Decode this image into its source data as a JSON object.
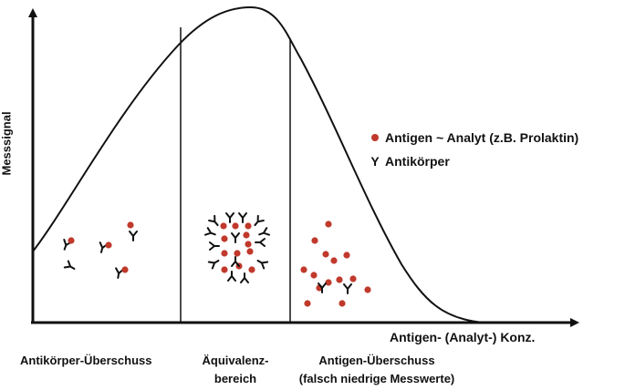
{
  "axes": {
    "y_label": "Messsignal",
    "x_label": "Antigen- (Analyt-) Konz."
  },
  "legend": {
    "antigen": "Antigen ~ Analyt (z.B. Prolaktin)",
    "antibody": "Antikörper",
    "antibody_symbol": "Y"
  },
  "regions": [
    {
      "lines": [
        "Antikörper-Überschuss"
      ]
    },
    {
      "lines": [
        "Äquivalenz-",
        "bereich"
      ]
    },
    {
      "lines": [
        "Antigen-Überschuss",
        "(falsch niedrige Messwerte)"
      ]
    }
  ],
  "colors": {
    "antigen": "#c0392b",
    "line": "#111111"
  }
}
